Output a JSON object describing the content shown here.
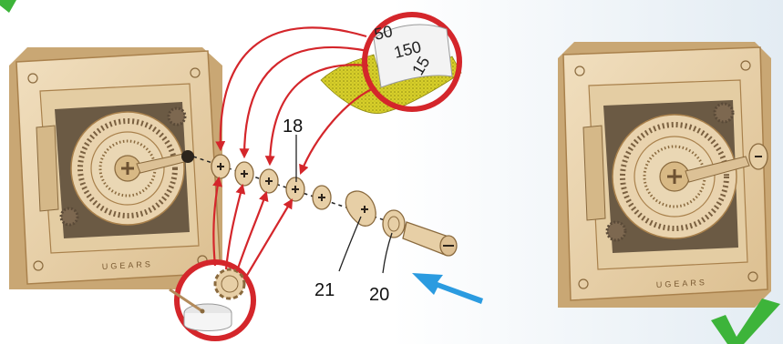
{
  "left_model": {
    "brand": "UGEARS"
  },
  "right_model": {
    "brand": "UGEARS"
  },
  "inset_paper": {
    "numbers": [
      "50",
      "150",
      "15"
    ]
  },
  "callouts": [
    {
      "number": "18"
    },
    {
      "number": "21"
    },
    {
      "number": "20"
    }
  ],
  "colors": {
    "wood": "#e9d3ae",
    "wood_dark": "#c9a774",
    "wood_edge": "#a9814c",
    "arrow_red": "#d4262b",
    "arrow_blue": "#2b9be0",
    "check_green": "#3db43a",
    "sandpaper": "#d8d22a"
  },
  "icons": [
    "green-check-icon",
    "blue-arrow-icon",
    "glue-jar-icon",
    "sandpaper-icon"
  ]
}
